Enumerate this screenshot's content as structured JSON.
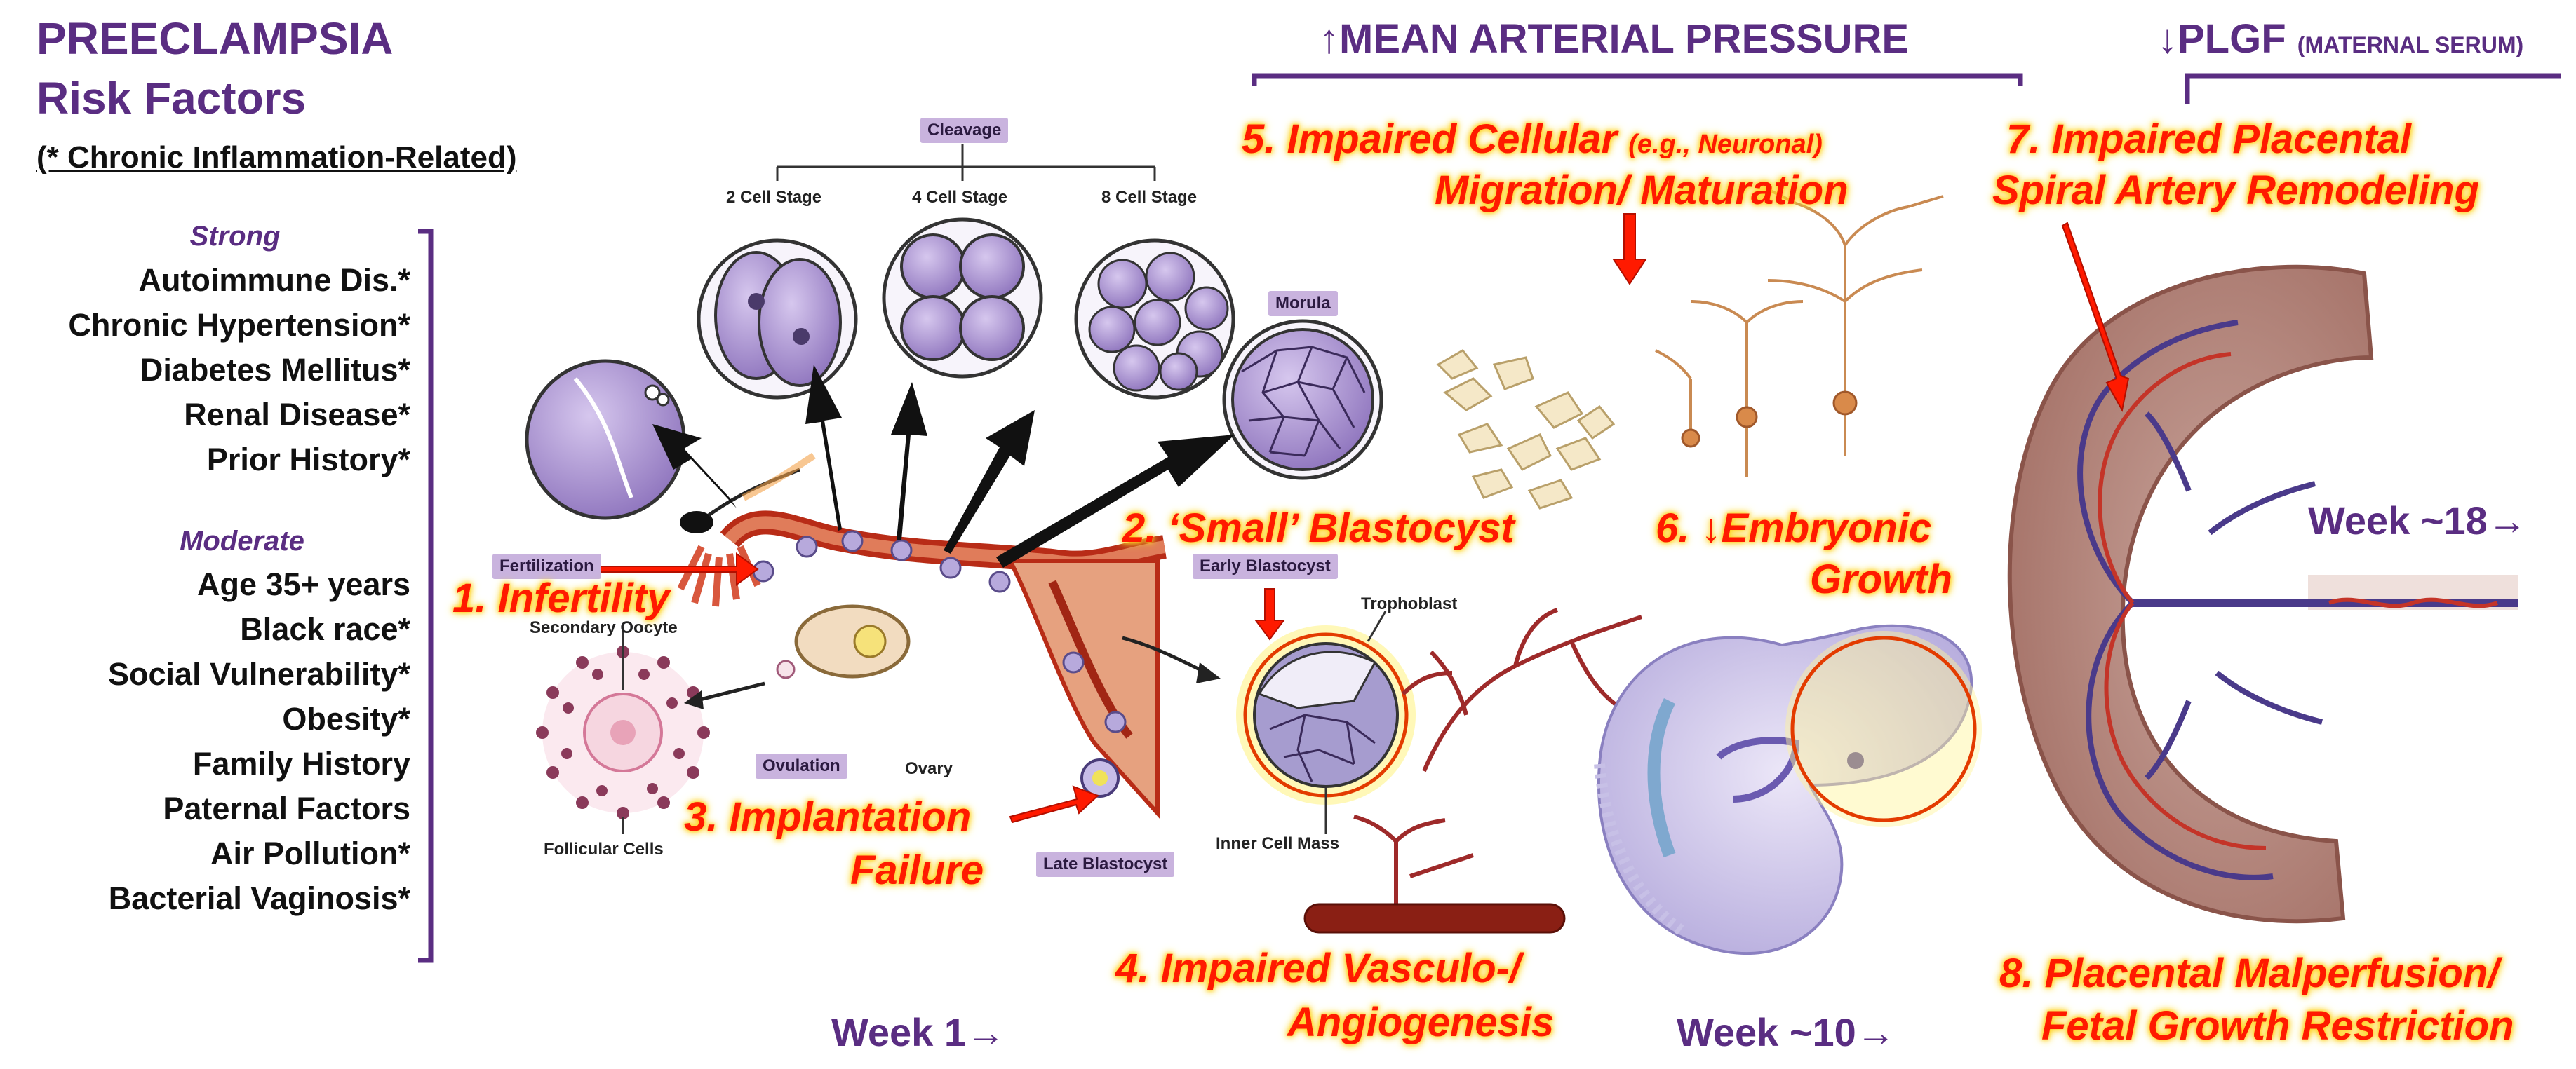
{
  "risk_factors": {
    "title_line1": "PREECLAMPSIA",
    "title_line2": "Risk Factors",
    "subtitle": "(* Chronic Inflammation-Related)",
    "strong_label": "Strong",
    "strong_items": [
      "Autoimmune Dis.*",
      "Chronic Hypertension*",
      "Diabetes Mellitus*",
      "Renal Disease*",
      "Prior History*"
    ],
    "moderate_label": "Moderate",
    "moderate_items": [
      "Age 35+ years",
      "Black race*",
      "Social Vulnerability*",
      "Obesity*",
      "Family History",
      "Paternal Factors",
      "Air Pollution*",
      "Bacterial Vaginosis*"
    ]
  },
  "headers": {
    "map": "↑MEAN ARTERIAL PRESSURE",
    "plgf": "↓PLGF",
    "plgf_note": "(MATERNAL SERUM)"
  },
  "stages": {
    "cleavage": "Cleavage",
    "cell2": "2 Cell Stage",
    "cell4": "4 Cell Stage",
    "cell8": "8 Cell Stage",
    "morula": "Morula",
    "fertilization": "Fertilization",
    "secondary_oocyte": "Secondary Oocyte",
    "follicular_cells": "Follicular Cells",
    "ovulation": "Ovulation",
    "ovary": "Ovary",
    "early_blastocyst": "Early Blastocyst",
    "trophoblast": "Trophoblast",
    "inner_cell_mass": "Inner Cell Mass",
    "late_blastocyst": "Late Blastocyst"
  },
  "events": {
    "e1": "1. Infertility",
    "e2": "2. ‘Small’ Blastocyst",
    "e3_line1": "3. Implantation",
    "e3_line2": "Failure",
    "e4_line1": "4. Impaired Vasculo-/",
    "e4_line2": "Angiogenesis",
    "e5_line1a": "5. Impaired Cellular",
    "e5_line1b": "(e.g., Neuronal)",
    "e5_line2": "Migration/ Maturation",
    "e6_line1": "6. ↓Embryonic",
    "e6_line2": "Growth",
    "e7_line1": "7. Impaired Placental",
    "e7_line2": "Spiral Artery Remodeling",
    "e8_line1": "8. Placental Malperfusion/",
    "e8_line2": "Fetal Growth Restriction"
  },
  "weeks": {
    "w1": "Week 1→",
    "w10": "Week ~10→",
    "w18": "Week ~18→"
  }
}
